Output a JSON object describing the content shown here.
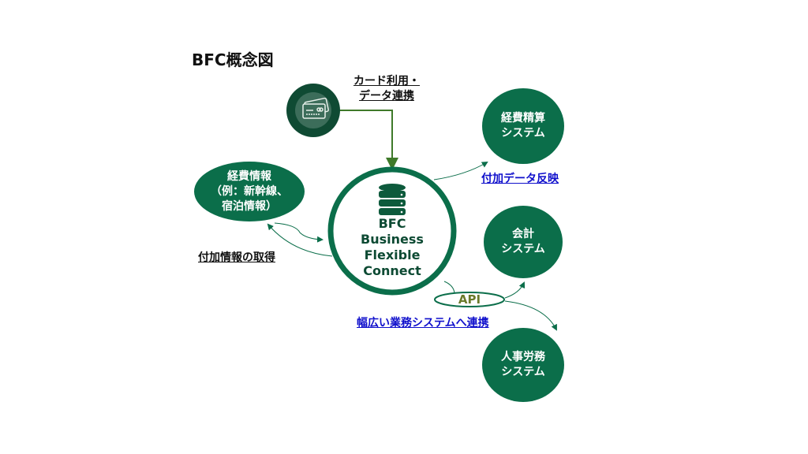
{
  "title": "BFC概念図",
  "card_label": [
    "カード利用・",
    "データ連携"
  ],
  "expense_info": [
    "経費情報",
    "（例：新幹線、",
    "宿泊情報）"
  ],
  "fetch_label": "付加情報の取得",
  "core": {
    "abbr": "BFC",
    "line1": "Business",
    "line2": "Flexible",
    "line3": "Connect"
  },
  "reflect_label": "付加データ反映",
  "api_label": "API",
  "integration_label": "幅広い業務システムへ連携",
  "systems": [
    {
      "line1": "経費精算",
      "line2": "システム"
    },
    {
      "line1": "会計",
      "line2": "システム"
    },
    {
      "line1": "人事労務",
      "line2": "システム"
    }
  ],
  "colors": {
    "green": "#0b6e4a",
    "dark_green": "#0f4a33",
    "arrow": "#3f7a2a",
    "blue": "#1010cc",
    "api_text": "#6b7a2a"
  }
}
